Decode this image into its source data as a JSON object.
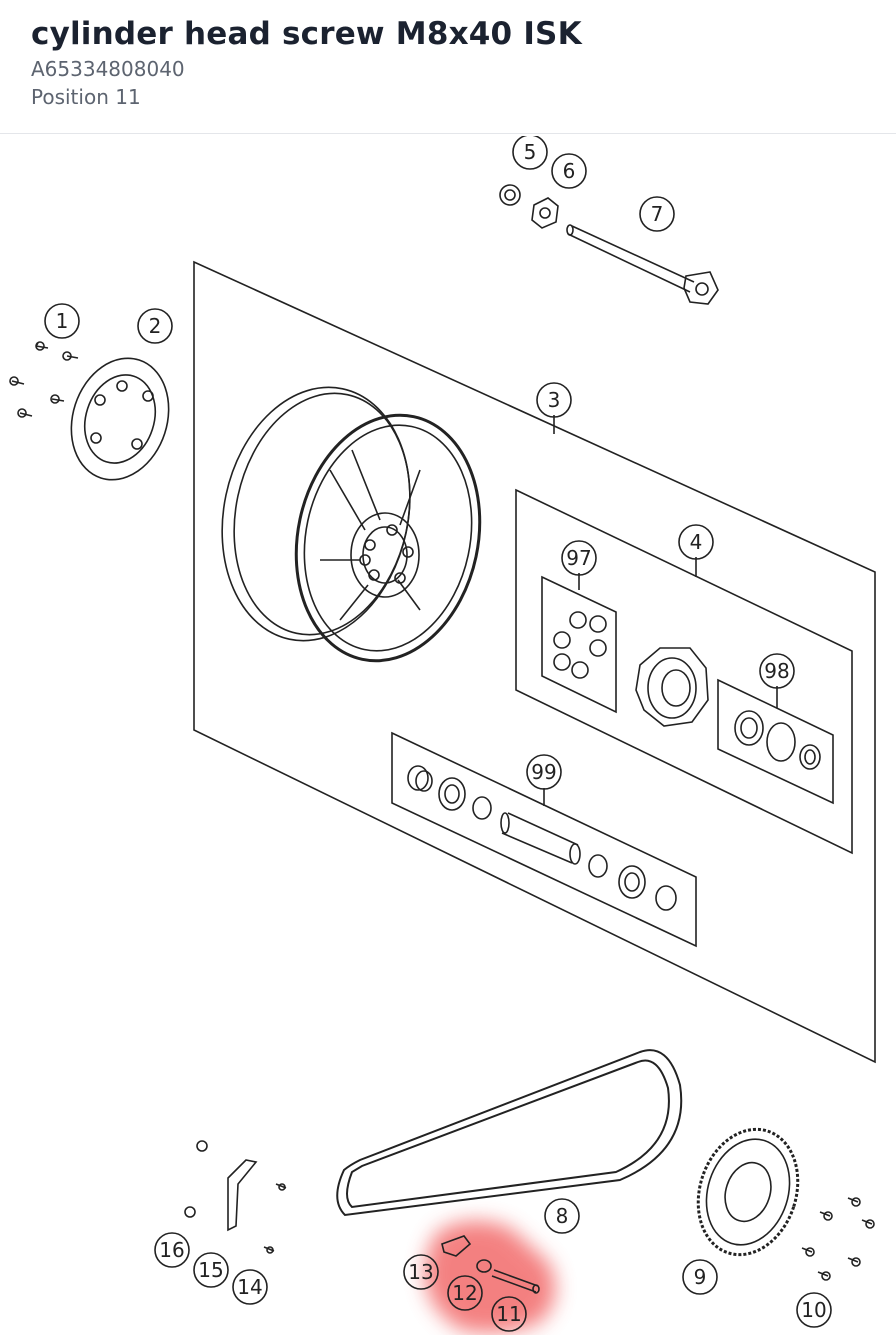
{
  "header": {
    "title": "cylinder head screw M8x40 ISK",
    "part_number": "A65334808040",
    "position": "Position 11"
  },
  "diagram": {
    "selected_position": "11",
    "highlight_color": "#f26a6a",
    "callouts": [
      {
        "id": "1",
        "label": "1"
      },
      {
        "id": "2",
        "label": "2"
      },
      {
        "id": "3",
        "label": "3"
      },
      {
        "id": "4",
        "label": "4"
      },
      {
        "id": "5",
        "label": "5"
      },
      {
        "id": "6",
        "label": "6"
      },
      {
        "id": "7",
        "label": "7"
      },
      {
        "id": "8",
        "label": "8"
      },
      {
        "id": "9",
        "label": "9"
      },
      {
        "id": "10",
        "label": "10"
      },
      {
        "id": "11",
        "label": "11"
      },
      {
        "id": "12",
        "label": "12"
      },
      {
        "id": "13",
        "label": "13"
      },
      {
        "id": "14",
        "label": "14"
      },
      {
        "id": "15",
        "label": "15"
      },
      {
        "id": "16",
        "label": "16"
      },
      {
        "id": "97",
        "label": "97"
      },
      {
        "id": "98",
        "label": "98"
      },
      {
        "id": "99",
        "label": "99"
      }
    ]
  }
}
